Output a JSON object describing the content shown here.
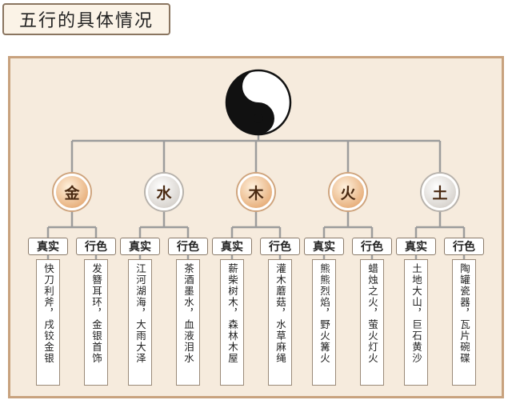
{
  "title": "五行的具体情况",
  "elements": [
    {
      "name": "金",
      "style": "warm",
      "real_label": "真实",
      "color_label": "行色",
      "real_text": "快刀利斧，戌铰金银",
      "color_text": "发簪耳环，金银首饰"
    },
    {
      "name": "水",
      "style": "cool",
      "real_label": "真实",
      "color_label": "行色",
      "real_text": "江河湖海，大雨大泽",
      "color_text": "茶酒墨水，血液泪水"
    },
    {
      "name": "木",
      "style": "warm",
      "real_label": "真实",
      "color_label": "行色",
      "real_text": "薪柴树木，森林木屋",
      "color_text": "灌木蘑菇，水草麻绳"
    },
    {
      "name": "火",
      "style": "warm",
      "real_label": "真实",
      "color_label": "行色",
      "real_text": "熊熊烈焰，野火篝火",
      "color_text": "蜡烛之火，萤火灯火"
    },
    {
      "name": "土",
      "style": "cool",
      "real_label": "真实",
      "color_label": "行色",
      "real_text": "土地大山，巨石黄沙",
      "color_text": "陶罐瓷器，瓦片碗碟"
    }
  ],
  "colors": {
    "panel_bg": "#f6ebdd",
    "panel_border": "#c8a27e",
    "connector": "#9c9c9c",
    "warm_circle": "#e9b483",
    "cool_circle": "#dad6d1"
  },
  "icons": {
    "center": "yin-yang-icon"
  }
}
